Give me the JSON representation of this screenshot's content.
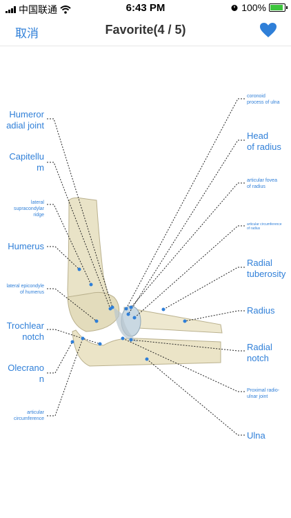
{
  "status_bar": {
    "carrier": "中国联通",
    "time": "6:43 PM",
    "battery": "100%",
    "battery_level": 1.0
  },
  "nav": {
    "cancel_label": "取消",
    "title": "Favorite(4 / 5)",
    "favorite_icon": "heart-icon",
    "accent_color": "#2f7fd8"
  },
  "labels_left": [
    {
      "line1": "Humeror",
      "line2": "adial joint"
    },
    {
      "line1": "Capitellu",
      "line2": "m"
    },
    {
      "line1": "lateral",
      "line2": "supracondylar ridge"
    },
    {
      "line1": "Humerus",
      "line2": ""
    },
    {
      "line1": "lateral epicondyle",
      "line2": "of humerus"
    },
    {
      "line1": "Trochlear",
      "line2": "notch"
    },
    {
      "line1": "Olecrano",
      "line2": "n"
    },
    {
      "line1": "articular",
      "line2": "circumference"
    }
  ],
  "labels_right": [
    {
      "line1": "coronoid",
      "line2": "process of ulna"
    },
    {
      "line1": "Head",
      "line2": "of radius"
    },
    {
      "line1": "articular fovea",
      "line2": "of radius"
    },
    {
      "line1": "articular circumference",
      "line2": "of radius"
    },
    {
      "line1": "Radial",
      "line2": "tuberosity"
    },
    {
      "line1": "Radius",
      "line2": ""
    },
    {
      "line1": "Radial",
      "line2": "notch"
    },
    {
      "line1": "Proximal radio-",
      "line2": "ulnar joint"
    },
    {
      "line1": "Ulna",
      "line2": ""
    }
  ]
}
